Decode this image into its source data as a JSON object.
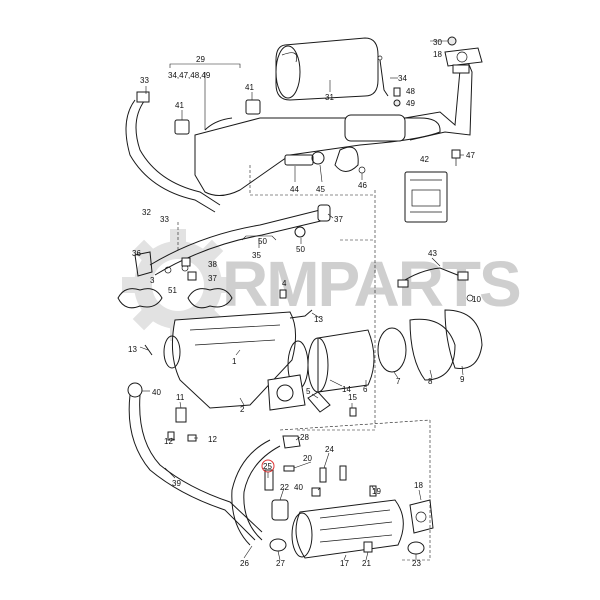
{
  "watermark": "RMPARTS",
  "highlight_color": "#dd3333",
  "callouts": {
    "c29": "29",
    "c29b": "34,47,48,49",
    "c33": "33",
    "c41a": "41",
    "c41b": "41",
    "c31": "31",
    "c30": "30",
    "c18a": "18",
    "c34": "34",
    "c48": "48",
    "c49": "49",
    "c42": "42",
    "c47": "47",
    "c44": "44",
    "c45": "45",
    "c46": "46",
    "c32": "32",
    "c33b": "33",
    "c37a": "37",
    "c50a": "50",
    "c50b": "50",
    "c35": "35",
    "c36": "36",
    "c38": "38",
    "c37b": "37",
    "c3": "3",
    "c51": "51",
    "c43": "43",
    "c4": "4",
    "c10": "10",
    "c13a": "13",
    "c13b": "13",
    "c1": "1",
    "c14": "14",
    "c6": "6",
    "c7": "7",
    "c8": "8",
    "c9": "9",
    "c40": "40",
    "c11": "11",
    "c5": "5",
    "c15": "15",
    "c2": "2",
    "c12a": "12",
    "c12b": "12",
    "c28": "28",
    "c24": "24",
    "c25": "25",
    "c20": "20",
    "c22": "22",
    "c40b": "40",
    "c19": "19",
    "c18b": "18",
    "c39": "39",
    "c26": "26",
    "c27": "27",
    "c17": "17",
    "c21": "21",
    "c23": "23"
  }
}
